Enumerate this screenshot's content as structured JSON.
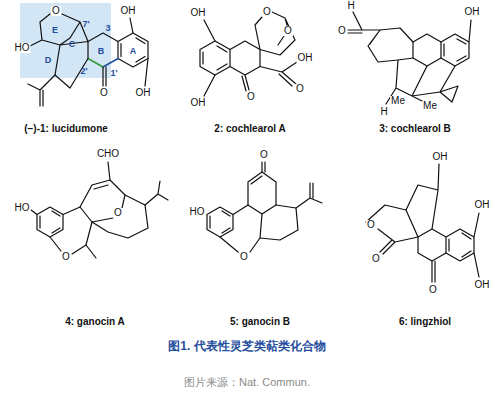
{
  "diagram": {
    "caption": "图1. 代表性灵芝类萜类化合物",
    "labels": [
      "O",
      "OH",
      "E",
      "7'",
      "3",
      "C",
      "A",
      "HO",
      "D",
      "B",
      "2'",
      "1'",
      "O",
      "OH",
      "(−)-1: lucidumone",
      "OH",
      "O",
      "O",
      "OH",
      "O",
      "O",
      "OH",
      "2: cochlearol A",
      "H",
      "O",
      "OH",
      "Me",
      "H",
      "Me",
      "3: cochlearol B",
      "CHO",
      "HO",
      "O",
      "O",
      "4: ganocin A",
      "O",
      "HO",
      "O",
      "5: ganocin B",
      "OH",
      "OH",
      "O",
      "O",
      "O",
      "OH",
      "6: lingzhiol",
      "图片来源：Nat. Commun."
    ]
  }
}
